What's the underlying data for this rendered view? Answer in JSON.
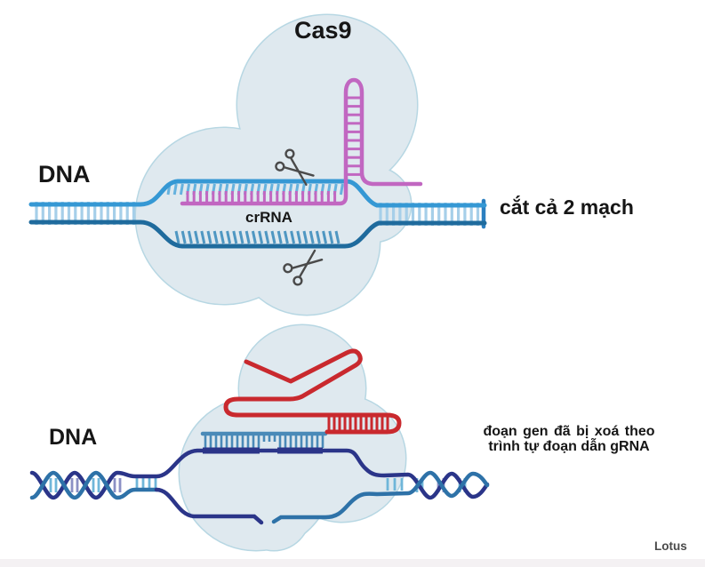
{
  "panel_top": {
    "protein_label": "Cas9",
    "dna_label": "DNA",
    "crrna_label": "crRNA",
    "caption": "cắt cả 2 mạch"
  },
  "panel_bottom": {
    "dna_label": "DNA",
    "caption_line1": "đoạn gen  đã  bị xoá  theo",
    "caption_line2": "trình tự đoạn dẫn gRNA"
  },
  "watermark": "Lotus",
  "colors": {
    "cas9_body": "#dfe9ef",
    "cas9_edge": "#b7d7e3",
    "dna_light": "#3598d4",
    "dna_dark": "#1f6b9d",
    "teeth_light": "#66b2de",
    "teeth_dark": "#4f97c2",
    "rung_pale": "#a6cfe9",
    "crrna_magenta": "#c167c1",
    "grna_red": "#c9292e",
    "navy": "#2b3589",
    "steel": "#2e72a8",
    "steel_teeth": "#4a8ab8",
    "rung_teal": "#6fb6d9",
    "rung_lav": "#8b90c4",
    "cap_blue": "#2b7fc0",
    "scissors": "#4a4a4a",
    "footer": "#f4f1f3",
    "watermark_gray": "#4a4a4a"
  }
}
